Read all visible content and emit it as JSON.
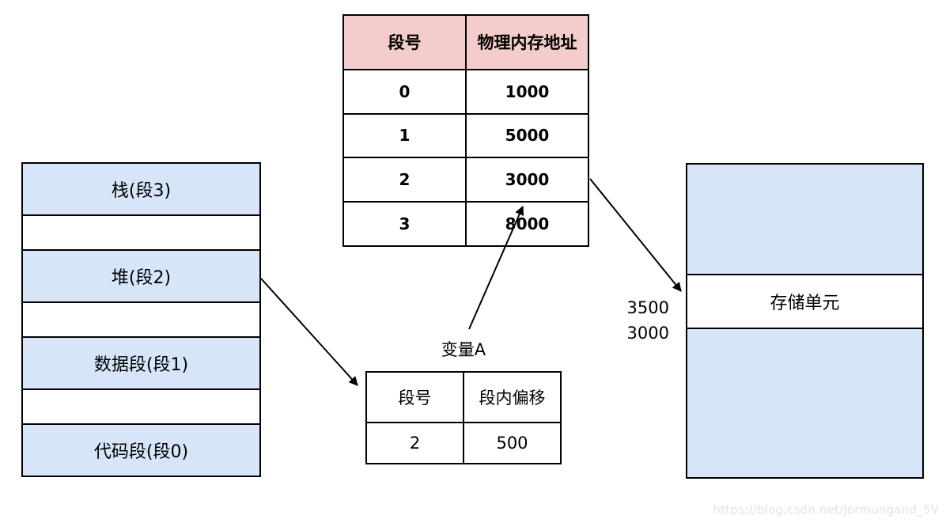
{
  "colors": {
    "table_header_pink": "#f4cccc",
    "segment_blue": "#d6e5f8",
    "border_black": "#000000",
    "watermark_gray": "#e6e6e6"
  },
  "memory_segments": {
    "items": [
      {
        "label": "栈(段3)"
      },
      {
        "label": "堆(段2)"
      },
      {
        "label": "数据段(段1)"
      },
      {
        "label": "代码段(段0)"
      }
    ]
  },
  "segment_table": {
    "headers": [
      "段号",
      "物理内存地址"
    ],
    "rows": [
      [
        "0",
        "1000"
      ],
      [
        "1",
        "5000"
      ],
      [
        "2",
        "3000"
      ],
      [
        "3",
        "8000"
      ]
    ]
  },
  "variable_table": {
    "title": "变量A",
    "headers": [
      "段号",
      "段内偏移"
    ],
    "rows": [
      [
        "2",
        "500"
      ]
    ]
  },
  "physical_memory": {
    "unit_label": "存储单元",
    "address_labels": [
      "3500",
      "3000"
    ]
  },
  "watermark": "https://blog.csdn.net/Jormungand_5V"
}
